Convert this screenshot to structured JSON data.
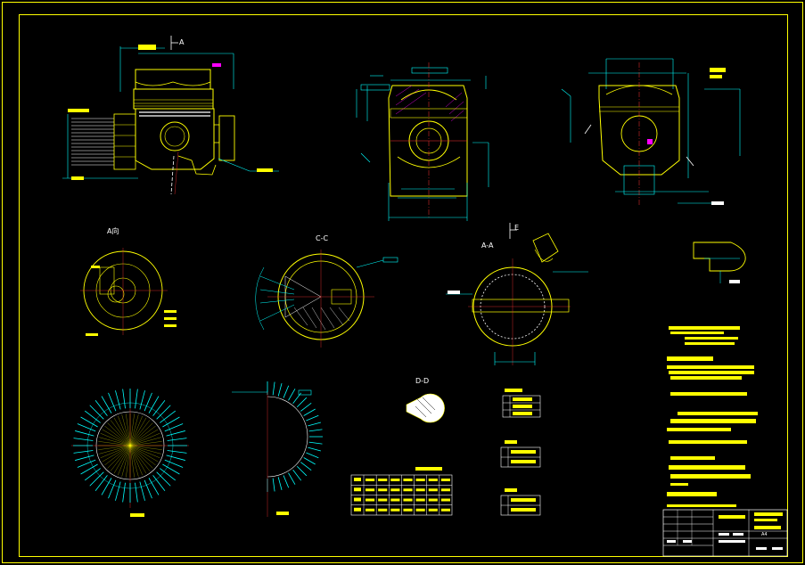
{
  "view_labels": {
    "section_a_marker": "A",
    "view_a": "A向",
    "section_cc": "C-C",
    "section_aa": "A-A",
    "arrow_e": "E",
    "section_dd": "D-D"
  },
  "title_block": {
    "sheet_size": "A4"
  },
  "colors": {
    "background": "#000000",
    "frame": "#ffff00",
    "outline": "#ffff00",
    "dimension": "#00ffff",
    "center": "#ff3030",
    "text": "#ffffff",
    "highlight": "#ffff00",
    "accent": "#ff00ff"
  }
}
